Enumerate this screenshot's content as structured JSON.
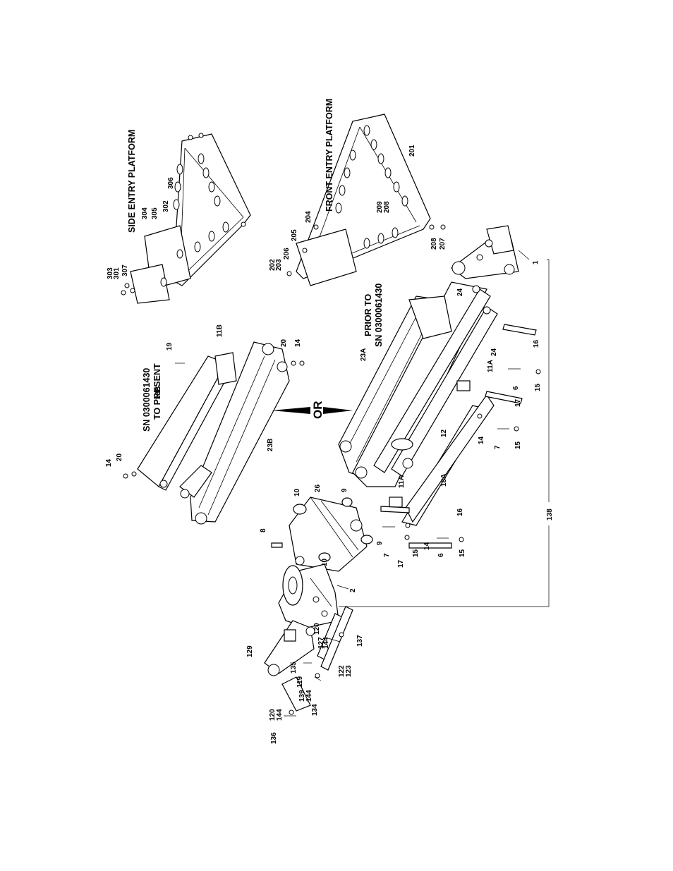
{
  "titles": {
    "side_entry": "SIDE ENTRY PLATFORM",
    "front_entry": "FRONT ENTRY PLATFORM",
    "sn_present_1": "SN 0300061430",
    "sn_present_2": "TO PRESENT",
    "prior_1": "PRIOR TO",
    "prior_2": "SN 0300061430",
    "or": "OR"
  },
  "labels": {
    "l303": "303",
    "l301": "301",
    "l307": "307",
    "l304": "304",
    "l305": "305",
    "l302": "302",
    "l306": "306",
    "l202": "202",
    "l203": "203",
    "l206": "206",
    "l205": "205",
    "l204": "204",
    "l209": "209",
    "l208a": "208",
    "l208b": "208",
    "l207": "207",
    "l201": "201",
    "l1": "1",
    "l24a": "24",
    "l24b": "24",
    "l11Aa": "11A",
    "l11Ab": "11A",
    "l16a": "16",
    "l16b": "16",
    "l6a": "6",
    "l6b": "6",
    "l15a": "15",
    "l15b": "15",
    "l15c": "15",
    "l17a": "17",
    "l17b": "17",
    "l7a": "7",
    "l7b": "7",
    "l14a": "14",
    "l14b": "14",
    "l14c": "14",
    "l14d": "14",
    "l12": "12",
    "l18A": "18A",
    "l23A": "23A",
    "l23B": "23B",
    "l18B": "18B",
    "l11B": "11B",
    "l19": "19",
    "l20a": "20",
    "l20b": "20",
    "l26": "26",
    "l10a": "10",
    "l10b": "10",
    "l9a": "9",
    "l9b": "9",
    "l8": "8",
    "l2": "2",
    "l138": "138",
    "l129": "129",
    "l120a": "120",
    "l120b": "120",
    "l144a": "144",
    "l144b": "144",
    "l144c": "144",
    "l127": "127",
    "l137": "137",
    "l122": "122",
    "l123": "123",
    "l135": "135",
    "l119": "119",
    "l139": "139",
    "l134": "134",
    "l136": "136"
  }
}
